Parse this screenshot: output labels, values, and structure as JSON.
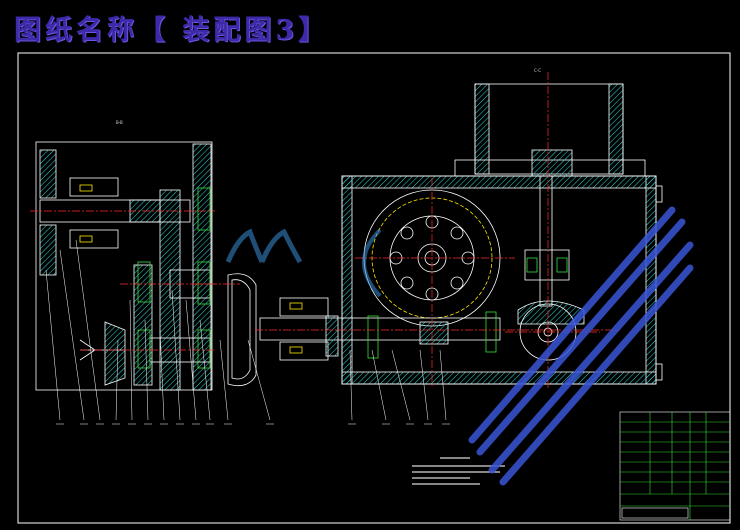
{
  "drawing": {
    "title": "图纸名称【 装配图3】",
    "view_label_left": "B-B",
    "view_label_right": "C-C"
  },
  "colors": {
    "background": "#000000",
    "line": "#ffffff",
    "hatch": "#2fd8d8",
    "center_line": "#ff2a2a",
    "dim_yellow": "#ffe600",
    "title_purple": "#3d2aa8",
    "watermark_blue": "#3a55d8",
    "frame_green": "#35e03a"
  },
  "part_balloons": {
    "left_count": 14,
    "right_count": 5
  },
  "icons": [
    "watermark-logo-icon"
  ]
}
